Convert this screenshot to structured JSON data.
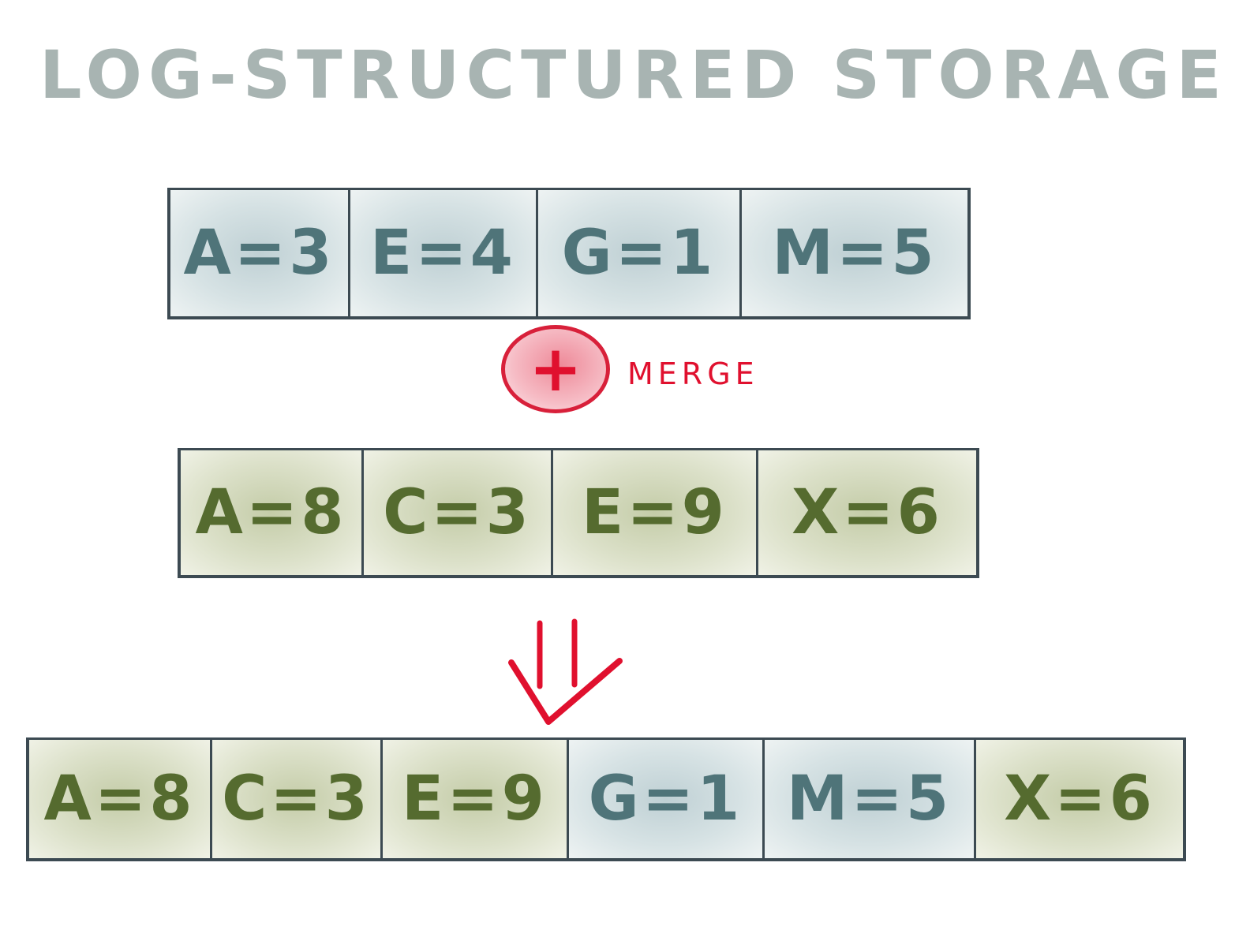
{
  "title": "LOG-STRUCTURED STORAGE",
  "segment_1": {
    "cells": [
      {
        "label": "A=3",
        "color": "blue"
      },
      {
        "label": "E=4",
        "color": "blue"
      },
      {
        "label": "G=1",
        "color": "blue"
      },
      {
        "label": "M=5",
        "color": "blue"
      }
    ]
  },
  "merge": {
    "icon": "plus-icon",
    "symbol": "+",
    "label": "MERGE"
  },
  "segment_2": {
    "cells": [
      {
        "label": "A=8",
        "color": "green"
      },
      {
        "label": "C=3",
        "color": "green"
      },
      {
        "label": "E=9",
        "color": "green"
      },
      {
        "label": "X=6",
        "color": "green"
      }
    ]
  },
  "result_arrow": {
    "icon": "double-down-arrow-icon"
  },
  "merged_segment": {
    "cells": [
      {
        "label": "A=8",
        "color": "green"
      },
      {
        "label": "C=3",
        "color": "green"
      },
      {
        "label": "E=9",
        "color": "green"
      },
      {
        "label": "G=1",
        "color": "blue"
      },
      {
        "label": "M=5",
        "color": "blue"
      },
      {
        "label": "X=6",
        "color": "green"
      }
    ]
  },
  "colors": {
    "title": "#a8b4b2",
    "blue_text": "#4f7479",
    "green_text": "#556b2f",
    "accent_red": "#e0102e",
    "border": "#3c4a52"
  }
}
